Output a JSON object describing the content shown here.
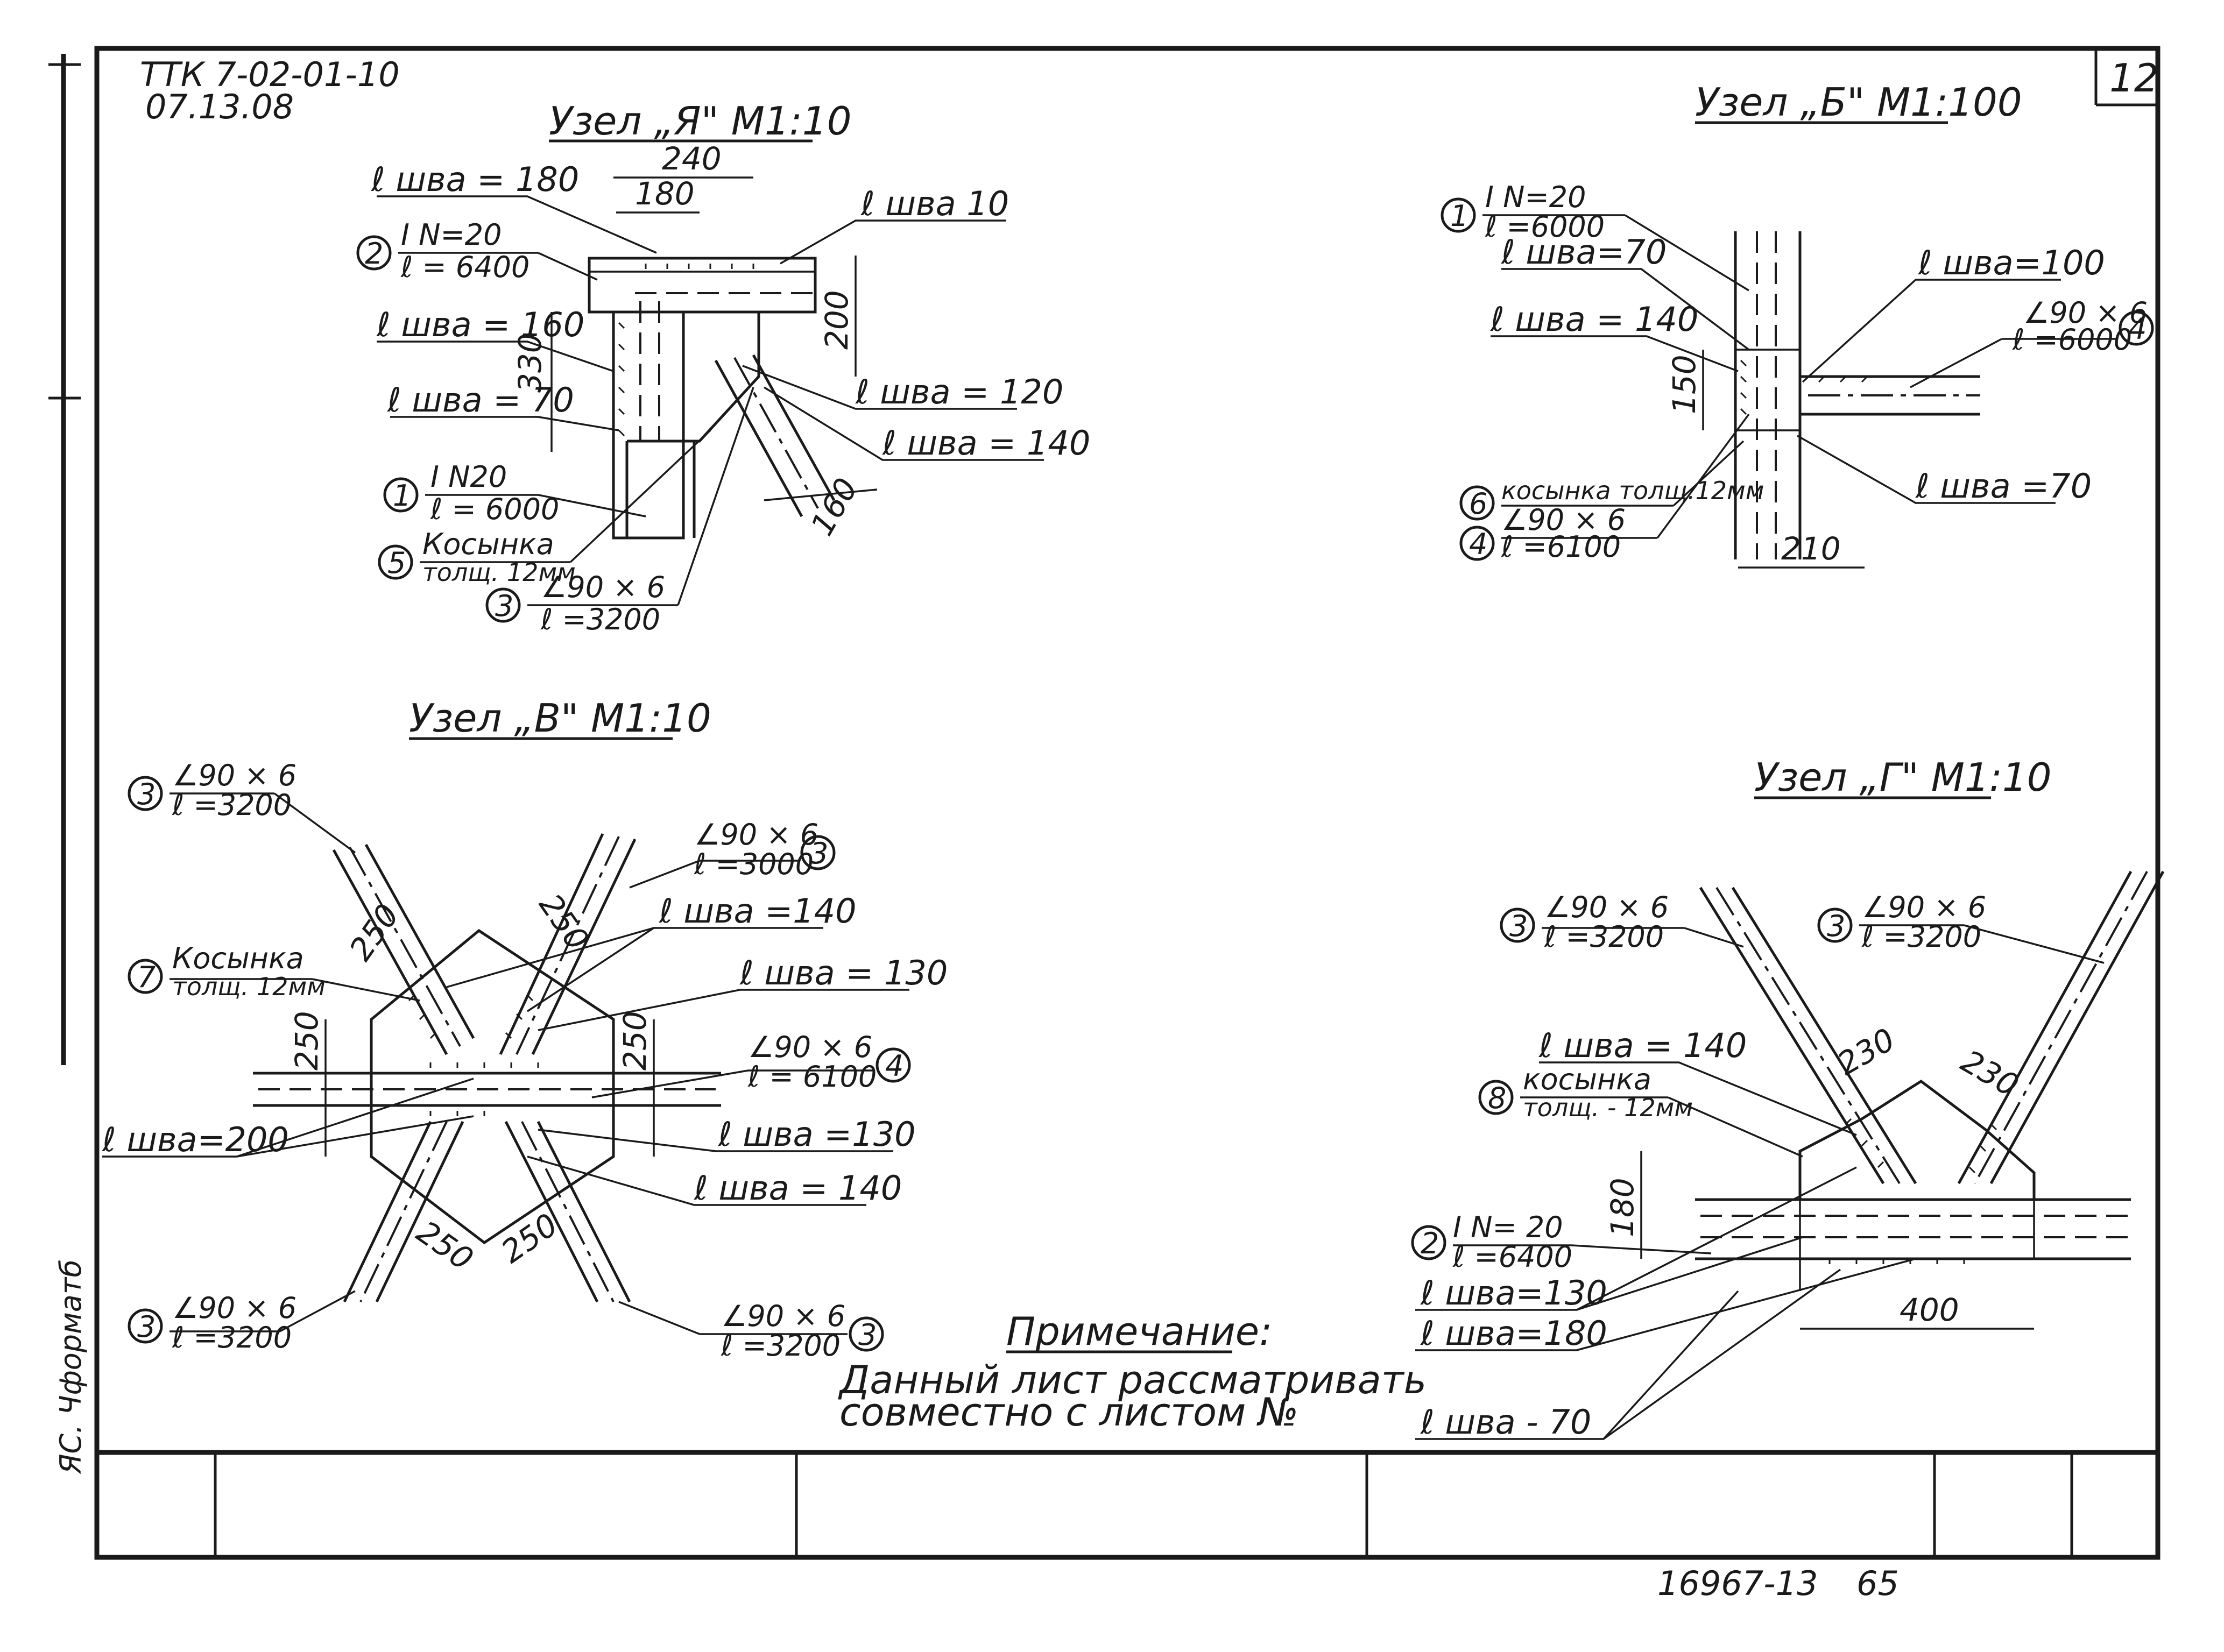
{
  "doc": {
    "code": "ТТК 7-02-01-10",
    "date": "07.13.08",
    "sheet_number": "12",
    "bottom_code": "16967-13",
    "bottom_page": "65",
    "side_stamp": "ЯС. Чформатб"
  },
  "node_a": {
    "title": "Узел „Я\" М1:10",
    "weld_180": "ℓ шва = 180",
    "weld_10": "ℓ шва 10",
    "weld_160": "ℓ шва = 160",
    "weld_70": "ℓ шва = 70",
    "weld_120": "ℓ шва = 120",
    "weld_140": "ℓ шва = 140",
    "dim_240": "240",
    "dim_180": "180",
    "dim_200": "200",
    "dim_330": "330",
    "dim_160": "160",
    "p2_num": "2",
    "p2_top": "I N=20",
    "p2_bot": "ℓ = 6400",
    "p1_num": "1",
    "p1_top": "I N20",
    "p1_bot": "ℓ = 6000",
    "p5_num": "5",
    "p5_top": "Косынка",
    "p5_bot": "толщ. 12мм",
    "p3_num": "3",
    "p3_top": "∠90 × 6",
    "p3_bot": "ℓ =3200"
  },
  "node_b": {
    "title": "Узел „Б\" М1:100",
    "p1_num": "1",
    "p1_top": "I N=20",
    "p1_bot": "ℓ =6000",
    "weld_70a": "ℓ шва=70",
    "weld_140": "ℓ шва = 140",
    "weld_100": "ℓ шва=100",
    "p4a_num": "4",
    "p4a_top": "∠90 × 6",
    "p4a_bot": "ℓ =6000",
    "dim_150": "150",
    "dim_210": "210",
    "p6_num": "6",
    "p6_text": "косынка толщ.12мм",
    "p4b_num": "4",
    "p4b_top": "∠90 × 6",
    "p4b_bot": "ℓ =6100",
    "weld_70b": "ℓ шва =70"
  },
  "node_v": {
    "title": "Узел „В\" М1:10",
    "p3a_num": "3",
    "p3a_top": "∠90 × 6",
    "p3a_bot": "ℓ =3200",
    "p3b_num": "3",
    "p3b_top": "∠90 × 6",
    "p3b_bot": "ℓ =3000",
    "weld_140a": "ℓ шва =140",
    "weld_130a": "ℓ шва = 130",
    "p7_num": "7",
    "p7_top": "Косынка",
    "p7_bot": "толщ. 12мм",
    "p4_num": "4",
    "p4_top": "∠90 × 6",
    "p4_bot": "ℓ = 6100",
    "weld_200": "ℓ шва=200",
    "weld_130b": "ℓ шва =130",
    "weld_140b": "ℓ шва = 140",
    "dim_250": "250",
    "p3c_num": "3",
    "p3c_top": "∠90 × 6",
    "p3c_bot": "ℓ =3200",
    "p3d_num": "3",
    "p3d_top": "∠90 × 6",
    "p3d_bot": "ℓ =3200"
  },
  "node_g": {
    "title": "Узел „Г\" М1:10",
    "p3a_num": "3",
    "p3a_top": "∠90 × 6",
    "p3a_bot": "ℓ =3200",
    "p3b_num": "3",
    "p3b_top": "∠90 × 6",
    "p3b_bot": "ℓ =3200",
    "weld_140": "ℓ шва = 140",
    "p8_num": "8",
    "p8_top": "косынка",
    "p8_bot": "толщ. - 12мм",
    "dim_230": "230",
    "dim_180": "180",
    "dim_400": "400",
    "p2_num": "2",
    "p2_top": "I N= 20",
    "p2_bot": "ℓ =6400",
    "weld_130": "ℓ шва=130",
    "weld_180": "ℓ шва=180",
    "weld_70": "ℓ шва - 70"
  },
  "note": {
    "heading": "Примечание:",
    "line1": "Данный лист рассматривать",
    "line2": "совместно с листом №"
  }
}
